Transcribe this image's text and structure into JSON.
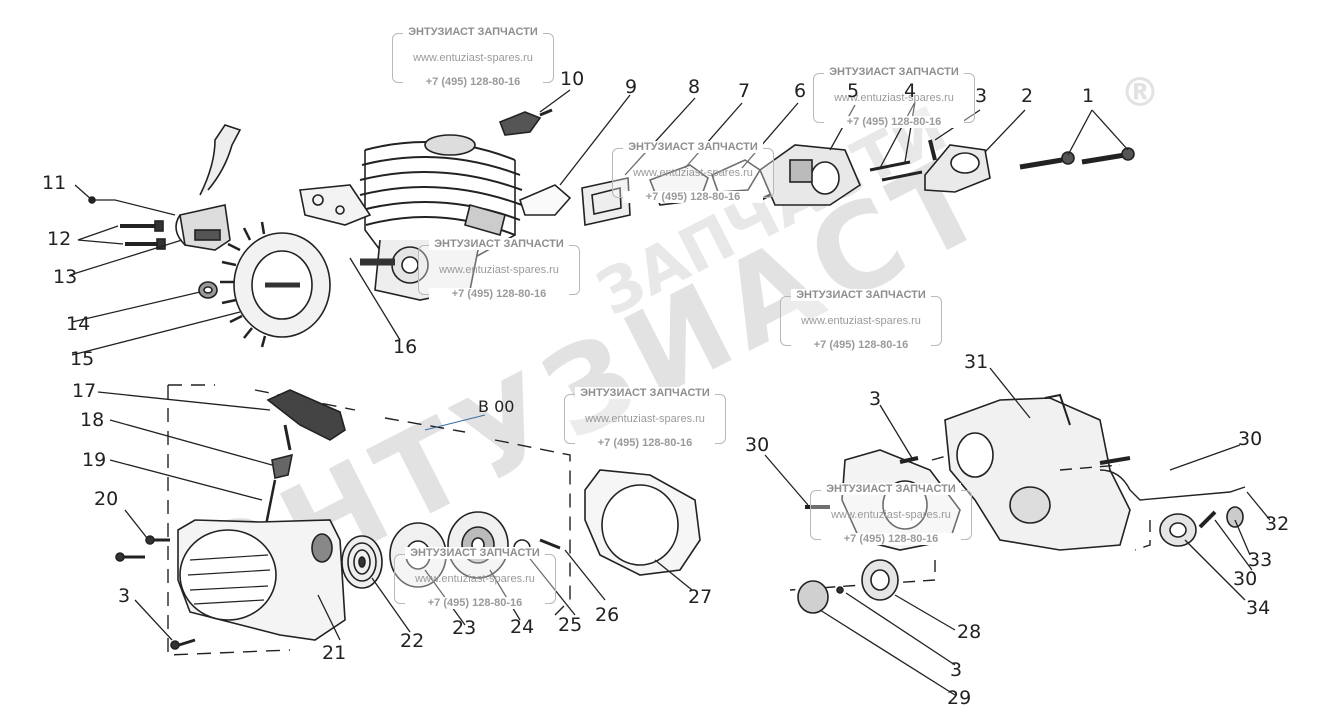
{
  "watermark": {
    "company": "ЭНТУЗИАСТ ЗАПЧАСТИ",
    "site": "www.entuziast-spares.ru",
    "phone": "+7 (495) 128-80-16",
    "brand_big": "ЭНТУЗИАСТ",
    "brand_mid": "ЗАПЧАСТИ",
    "registered_mark": "®"
  },
  "reference_code": "B 00",
  "part_labels": [
    "1",
    "2",
    "3",
    "4",
    "5",
    "6",
    "7",
    "8",
    "9",
    "10",
    "11",
    "12",
    "13",
    "14",
    "15",
    "16",
    "17",
    "18",
    "19",
    "20",
    "3",
    "21",
    "22",
    "23",
    "24",
    "25",
    "26",
    "27",
    "30",
    "3",
    "31",
    "30",
    "32",
    "33",
    "30",
    "34",
    "28",
    "3",
    "29"
  ]
}
